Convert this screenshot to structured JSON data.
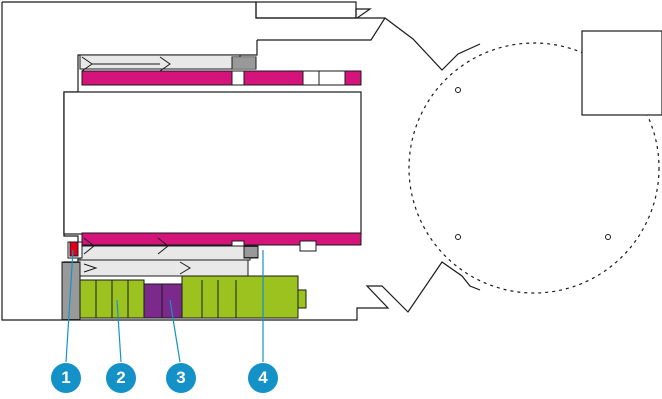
{
  "colors": {
    "outline": "#1a1a1a",
    "seal_green": "#9bc21f",
    "seal_purple": "#7b2a8c",
    "sleeve_magenta": "#d4147a",
    "accent_red": "#e2001a",
    "callout_blue": "#1492c8",
    "hatch_grey": "#9a9a9a"
  },
  "callouts": [
    {
      "id": "1",
      "label": "1"
    },
    {
      "id": "2",
      "label": "2"
    },
    {
      "id": "3",
      "label": "3"
    },
    {
      "id": "4",
      "label": "4"
    }
  ]
}
